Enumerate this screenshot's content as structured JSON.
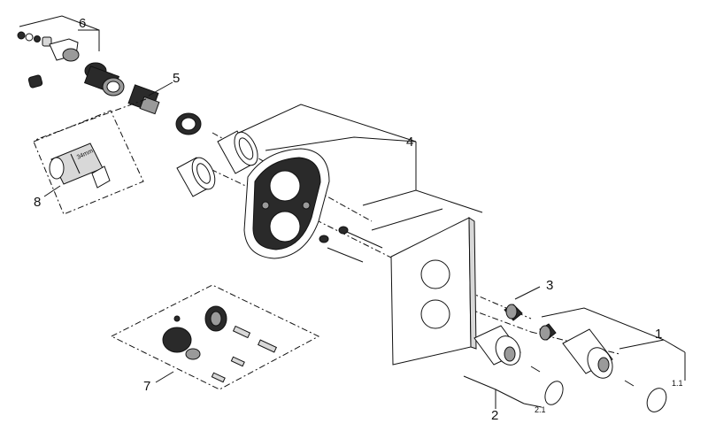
{
  "callouts": {
    "c1": "1",
    "c1_1": "1.1",
    "c2": "2",
    "c2_1": "2.1",
    "c3": "3",
    "c4": "4",
    "c5": "5",
    "c6": "6",
    "c7": "7",
    "c8": "8"
  },
  "wrench_size_label": "34mm"
}
